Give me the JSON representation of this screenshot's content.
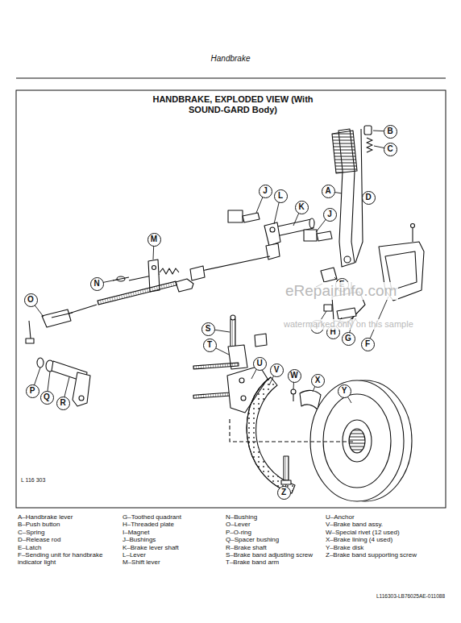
{
  "diagram": {
    "title": "HANDBRAKE, EXPLODED VIEW (With SOUND-GARD Body)",
    "nodes": [
      {
        "text": [
          "B"
        ]
      },
      {
        "text": [
          "C"
        ]
      },
      {
        "text": [
          "J"
        ]
      },
      {
        "text": [
          "A"
        ]
      },
      {
        "text": [
          "L"
        ]
      },
      {
        "text": [
          "D"
        ]
      },
      {
        "text": [
          "K"
        ]
      },
      {
        "text": [
          "J"
        ]
      },
      {
        "text": [
          "M"
        ]
      },
      {
        "text": [
          "N"
        ]
      },
      {
        "text": [
          "E"
        ]
      },
      {
        "text": [
          "O"
        ]
      },
      {
        "text": [
          "I"
        ]
      },
      {
        "text": [
          "H"
        ]
      },
      {
        "text": [
          "S"
        ]
      },
      {
        "text": [
          "G"
        ]
      },
      {
        "text": [
          "F"
        ]
      },
      {
        "text": [
          "T"
        ]
      },
      {
        "text": [
          "U"
        ]
      },
      {
        "text": [
          "V"
        ]
      },
      {
        "text": [
          "W"
        ]
      },
      {
        "text": [
          "X"
        ]
      },
      {
        "text": [
          "Y"
        ]
      },
      {
        "text": [
          "P"
        ]
      },
      {
        "text": [
          "Q"
        ]
      },
      {
        "text": [
          "R"
        ]
      },
      {
        "text": [
          "Z"
        ]
      }
    ],
    "labels": [
      "Handbrake",
      "L 116 303",
      "A–Handbrake lever",
      "B–Push button",
      "C–Spring",
      "D–Release rod",
      "E–Latch",
      "F–Sending unit for handbrake indicator light",
      "G–Toothed quadrant",
      "H–Threaded plate",
      "I–Magnet",
      "J–Bushings",
      "K–Brake lever shaft",
      "L–Lever",
      "M–Shift lever",
      "N–Bushing",
      "O–Lever",
      "P–O-ring",
      "Q–Spacer bushing",
      "R–Brake shaft",
      "S–Brake band adjusting screw",
      "T–Brake band arm",
      "U–Anchor",
      "V–Brake band assy.",
      "W–Special rivet (12 used)",
      "X–Brake lining (4 used)",
      "Y–Brake disk",
      "Z–Brake band supporting screw",
      "eRepairinfo.com",
      "watermarked only on this sample",
      "L116303-LB76025AE-011088"
    ]
  }
}
